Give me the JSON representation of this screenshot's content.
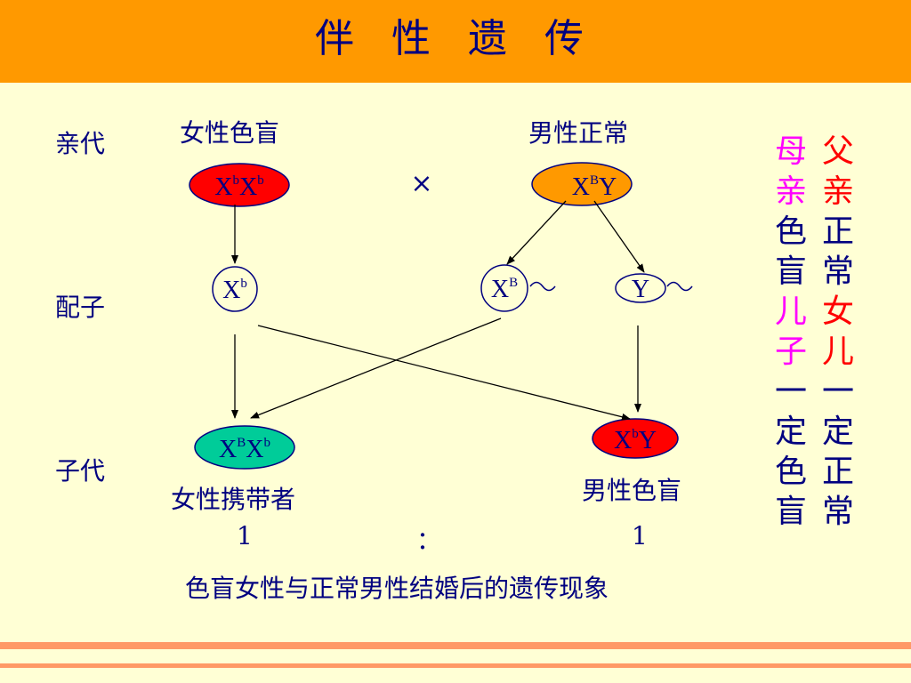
{
  "title": "伴 性 遗 传",
  "rows": {
    "parents": "亲代",
    "gametes": "配子",
    "offspring": "子代"
  },
  "parents": {
    "female_label": "女性色盲",
    "male_label": "男性正常",
    "cross_symbol": "×",
    "female": {
      "base1": "X",
      "sup1": "b",
      "base2": "X",
      "sup2": "b"
    },
    "male": {
      "base1": "X",
      "sup1": "B",
      "base2": "Y"
    }
  },
  "gametes": {
    "g1": {
      "base": "X",
      "sup": "b"
    },
    "g2": {
      "base": "X",
      "sup": "B"
    },
    "g3": {
      "base": "Y"
    }
  },
  "offspring": {
    "female": {
      "base1": "X",
      "sup1": "B",
      "base2": "X",
      "sup2": "b",
      "label": "女性携带者"
    },
    "male": {
      "base1": "X",
      "sup1": "b",
      "base2": "Y",
      "label": "男性色盲"
    }
  },
  "ratio": {
    "left": "1",
    "sep": "：",
    "right": "1"
  },
  "caption": "色盲女性与正常男性结婚后的遗传现象",
  "side_text": {
    "col1": [
      "母",
      "亲",
      "色",
      "盲",
      "儿",
      "子",
      "一",
      "定",
      "色",
      "盲"
    ],
    "col2": [
      "父",
      "亲",
      "正",
      "常",
      "女",
      "儿",
      "一",
      "定",
      "正",
      "常"
    ]
  },
  "colors": {
    "title_bar": "#ff9900",
    "background": "#ffffd5",
    "text": "#000080",
    "female_parent": "#ff0000",
    "male_parent": "#ff9900",
    "female_offspring": "#00cc99",
    "male_offspring": "#ff0000",
    "accent_magenta": "#ff00ff",
    "accent_red": "#ff0000",
    "stripes": "#ff9966"
  }
}
